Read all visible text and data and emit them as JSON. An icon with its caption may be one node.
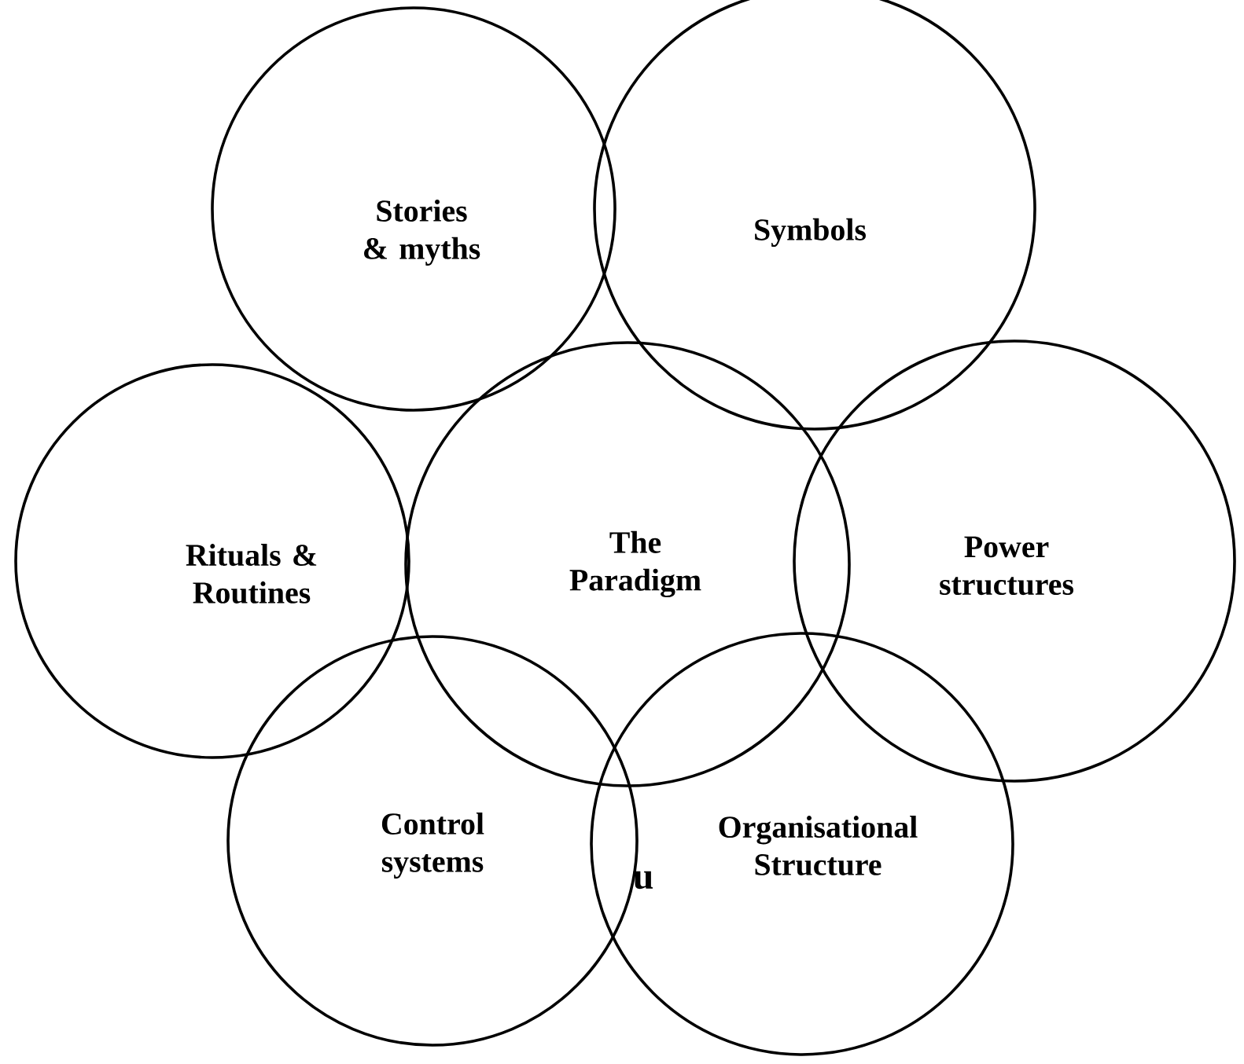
{
  "diagram": {
    "nodes": [
      {
        "text": [
          "Stories & myths"
        ]
      },
      {
        "text": [
          "Symbols"
        ]
      },
      {
        "text": [
          "Rituals & Routines"
        ]
      },
      {
        "text": [
          "The Paradigm"
        ]
      },
      {
        "text": [
          "Power structures"
        ]
      },
      {
        "text": [
          "Control systems"
        ]
      },
      {
        "text": [
          "Organisational Structure"
        ]
      }
    ],
    "edges": [],
    "labels": [
      "u"
    ]
  }
}
